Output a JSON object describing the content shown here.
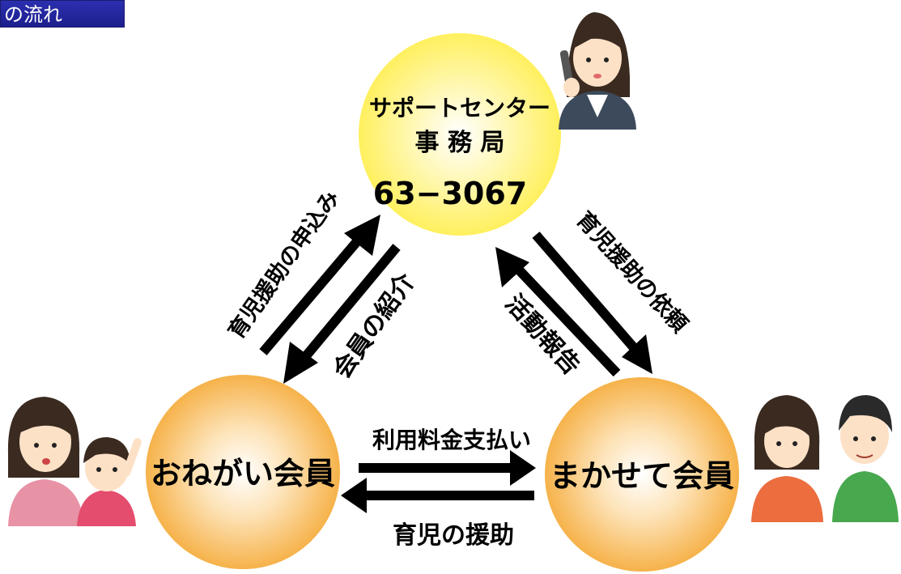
{
  "header": {
    "title": "の流れ"
  },
  "center": {
    "name_line1": "サポートセンター",
    "name_line2": "事 務 局",
    "phone": "63−3067"
  },
  "left_member": "おねがい会員",
  "right_member": "まかせて会員",
  "arrows": {
    "to_center_from_left": "育児援助の申込み",
    "from_center_to_left": "会員の紹介",
    "to_center_from_right": "活動報告",
    "from_center_to_right": "育児援助の依頼",
    "left_to_right": "利用料金支払い",
    "right_to_left": "育児の援助"
  },
  "colors": {
    "title_bg": "#1f239a",
    "center_circle": "#fff27a",
    "member_circle": "#f8c165",
    "arrow": "#000000"
  }
}
